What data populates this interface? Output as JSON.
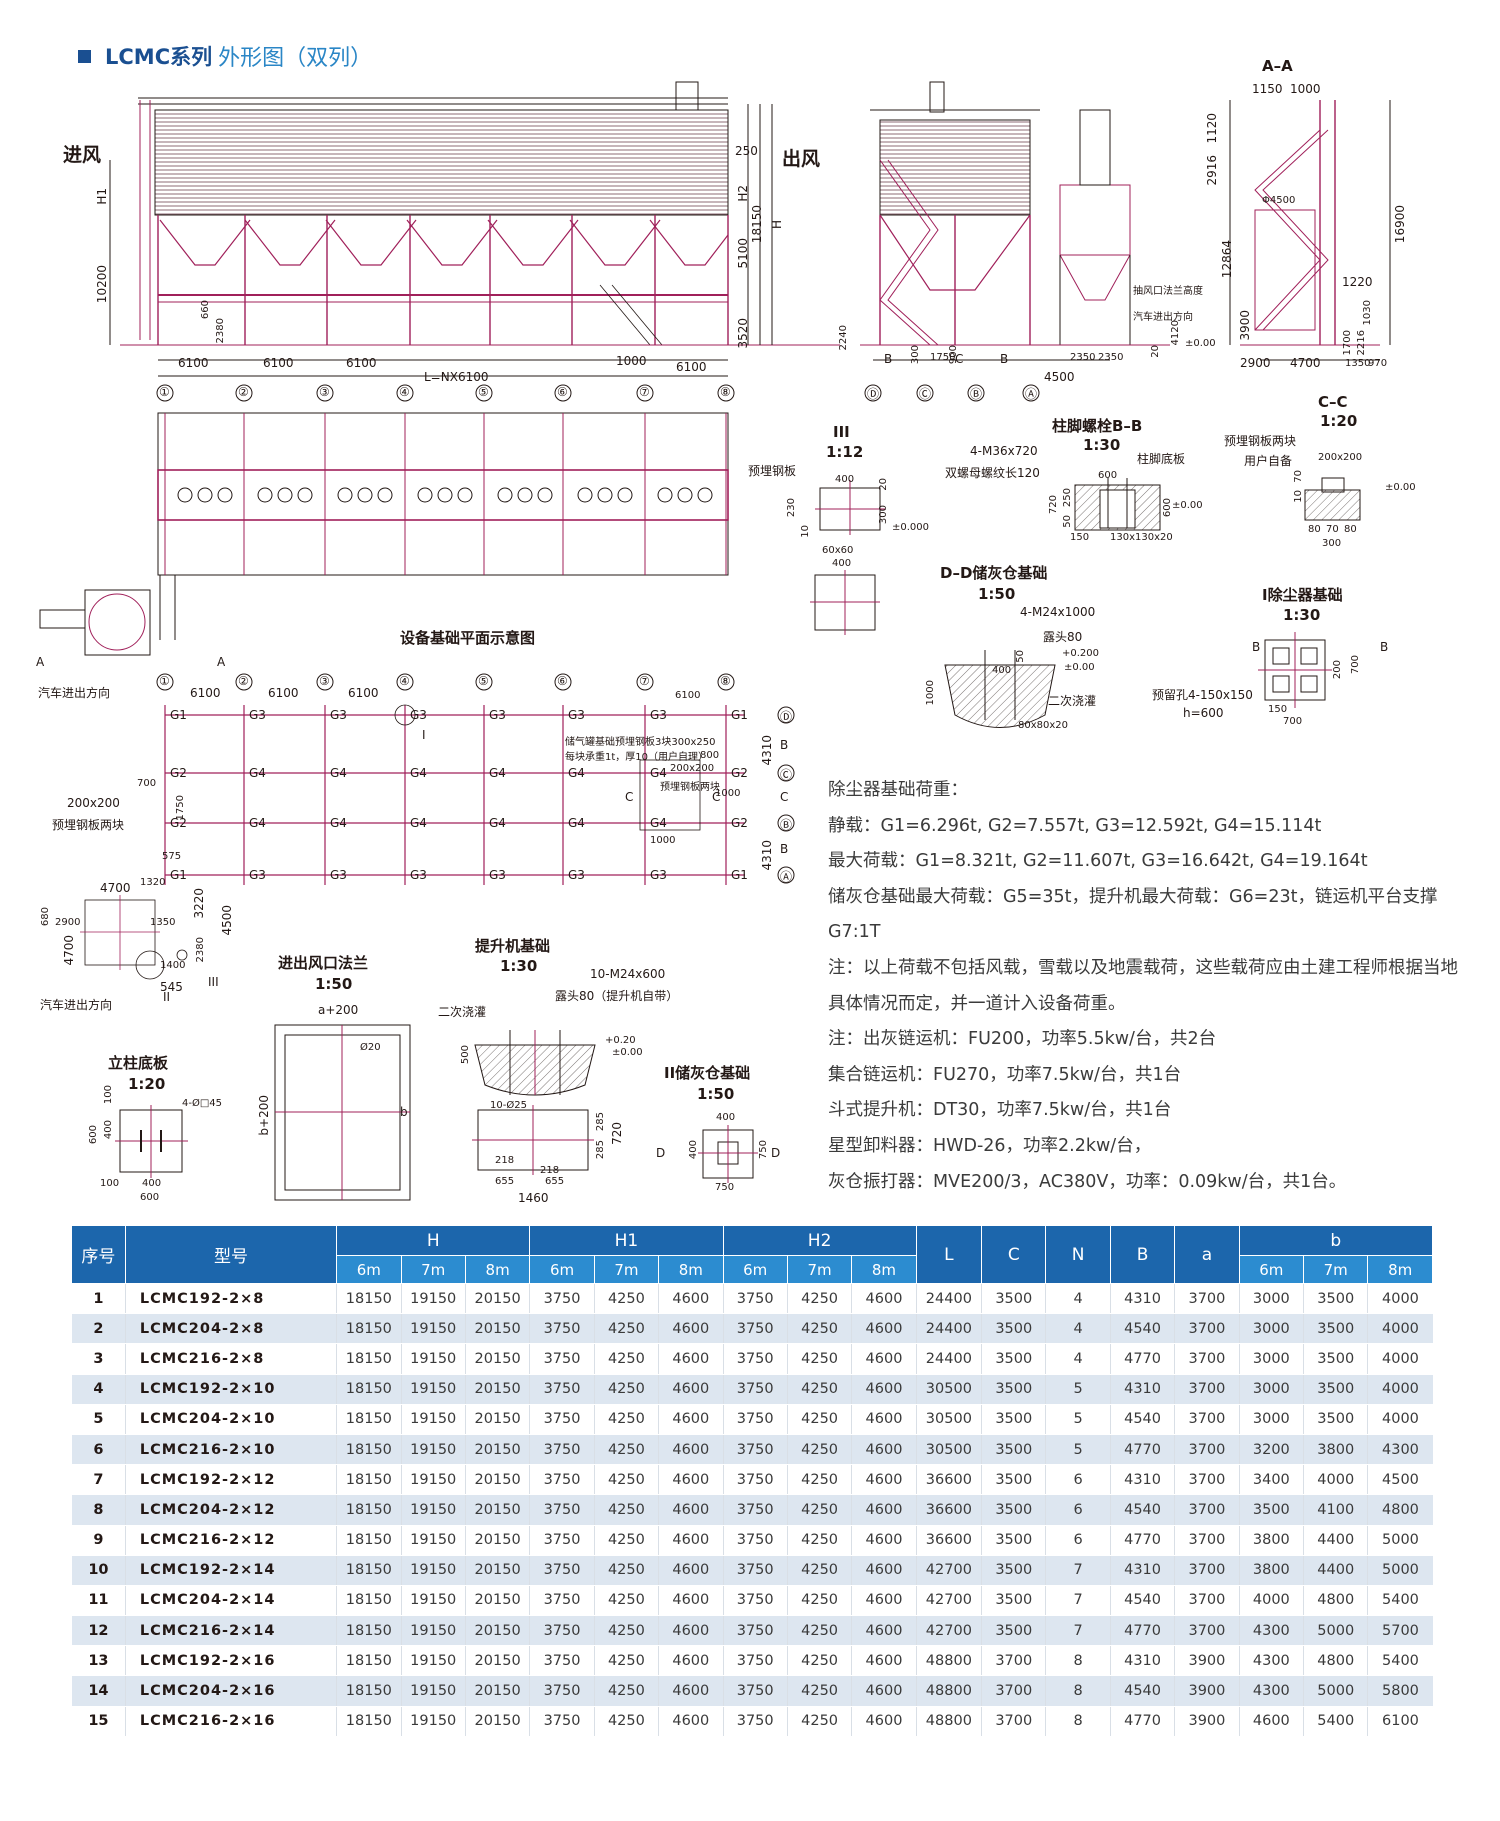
{
  "title": {
    "main": "LCMC系列",
    "sub": "外形图（双列）"
  },
  "elevation": {
    "inlet": "进风",
    "outlet": "出风",
    "dims_left": [
      "H1",
      "10200"
    ],
    "dims_bottom": [
      "6100",
      "6100",
      "6100",
      "L=NX6100",
      "1000",
      "6100"
    ],
    "dims_bottom_small": [
      "2380",
      "660"
    ],
    "dims_right": [
      "250",
      "H2",
      "5100",
      "18150",
      "H",
      "3520"
    ],
    "axis_numbers": [
      "①",
      "②",
      "③",
      "④",
      "⑤",
      "⑥",
      "⑦",
      "⑧"
    ]
  },
  "side_view": {
    "dims_bottom": [
      "B",
      "C",
      "B",
      "4500",
      "2350",
      "2350",
      "1750",
      "300",
      "900",
      "2240",
      "20"
    ],
    "axis_letters": [
      "Ⓓ",
      "Ⓒ",
      "Ⓑ",
      "Ⓐ"
    ],
    "notes": [
      "抽风口法兰高度",
      "汽车进出方向"
    ],
    "elev": "±0.00",
    "dim_4120": "4120"
  },
  "section_aa": {
    "title": "A–A",
    "dims_top": [
      "1150",
      "1000"
    ],
    "dims_left": [
      "1120",
      "2916",
      "12864",
      "3900"
    ],
    "dims_right": [
      "16900",
      "1220",
      "1030",
      "1700",
      "2216"
    ],
    "dims_bottom": [
      "2900",
      "4700",
      "1350",
      "970"
    ],
    "small": "Φ4500"
  },
  "plan": {
    "axis_numbers": [
      "①",
      "②",
      "③",
      "④",
      "⑤",
      "⑥",
      "⑦",
      "⑧"
    ],
    "section_marks": [
      "A",
      "A"
    ],
    "truck_dir": "汽车进出方向"
  },
  "detail_III": {
    "title": "III",
    "scale": "1:12",
    "plate": "预埋钢板",
    "dims": [
      "400",
      "230",
      "10",
      "300",
      "20",
      "60x60",
      "400"
    ],
    "elev": "±0.000"
  },
  "detail_bb": {
    "title": "柱脚螺栓B–B",
    "scale": "1:30",
    "bolt": "4-M36x720",
    "bolt_note": "双螺母螺纹长120",
    "plate": "柱脚底板",
    "dims": [
      "600",
      "720",
      "250",
      "50",
      "600",
      "150",
      "130x130x20"
    ],
    "elev": "±0.00"
  },
  "detail_cc": {
    "title": "C–C",
    "scale": "1:20",
    "plate": "预埋钢板两块",
    "self": "用户自备",
    "dims": [
      "200x200",
      "70",
      "10",
      "80",
      "70",
      "80",
      "300"
    ],
    "elev": "±0.00"
  },
  "detail_dd": {
    "title": "D–D储灰仓基础",
    "scale": "1:50",
    "bolt": "4-M24x1000",
    "expose": "露头80",
    "grout": "二次浇灌",
    "dims": [
      "400",
      "50",
      "1000",
      "80x80x20"
    ],
    "elev": [
      "+0.200",
      "±0.00"
    ]
  },
  "detail_i_found": {
    "title": "I除尘器基础",
    "scale": "1:30",
    "hole": "预留孔4-150x150",
    "h": "h=600",
    "dims": [
      "700",
      "200",
      "150",
      "700"
    ],
    "marks": [
      "B",
      "B"
    ]
  },
  "foundation_plan": {
    "title": "设备基础平面示意图",
    "axis_numbers": [
      "①",
      "②",
      "③",
      "④",
      "⑤",
      "⑥",
      "⑦",
      "⑧"
    ],
    "dims_top": [
      "6100",
      "6100",
      "6100",
      "6100"
    ],
    "row_letters": [
      "Ⓓ",
      "Ⓒ",
      "Ⓑ",
      "Ⓐ"
    ],
    "row_dims": [
      "4310",
      "B",
      "C",
      "B",
      "4310"
    ],
    "row_labels_D": [
      "G1",
      "G3",
      "G3",
      "G3",
      "G3",
      "G3",
      "G3",
      "G1"
    ],
    "row_labels_C": [
      "G2",
      "G4",
      "G4",
      "G4",
      "G4",
      "G4",
      "G4",
      "G2"
    ],
    "row_labels_B": [
      "G2",
      "G4",
      "G4",
      "G4",
      "G4",
      "G4",
      "G4",
      "G2"
    ],
    "row_labels_A": [
      "G1",
      "G3",
      "G3",
      "G3",
      "G3",
      "G3",
      "G3",
      "G1"
    ],
    "note1": "储气罐基础预埋钢板3块300x250",
    "note2": "每块承重1t，厚10（用户自理）",
    "plate_200": "200x200",
    "plate_note": "预埋钢板两块",
    "left_plate": "200x200",
    "left_plate_note": "预埋钢板两块",
    "small_dims": [
      "700",
      "1750",
      "575",
      "1320",
      "4700",
      "3220",
      "4500",
      "2900",
      "680",
      "1350",
      "4700",
      "2380",
      "1400",
      "545",
      "1000",
      "800",
      "1000"
    ],
    "marks": [
      "I",
      "II",
      "III",
      "C",
      "C"
    ],
    "truck_dir": "汽车进出方向"
  },
  "flange": {
    "title": "进出风口法兰",
    "scale": "1:50",
    "a": "a+200",
    "b": "b",
    "b2": "b+200",
    "hole": "Ø20"
  },
  "elevator": {
    "title": "提升机基础",
    "scale": "1:30",
    "bolt": "10-M24x600",
    "expose": "露头80（提升机自带）",
    "grout": "二次浇灌",
    "dims": [
      "500",
      "10-Ø25",
      "285",
      "285",
      "720",
      "218",
      "218",
      "655",
      "655",
      "1460"
    ],
    "elev": [
      "+0.20",
      "±0.00"
    ]
  },
  "column_plate": {
    "title": "立柱底板",
    "scale": "1:20",
    "dims": [
      "100",
      "400",
      "600",
      "100",
      "400",
      "600"
    ],
    "hole": "4-Ø□45"
  },
  "detail_ii": {
    "title": "II储灰仓基础",
    "scale": "1:50",
    "dims": [
      "400",
      "400",
      "750",
      "750"
    ],
    "marks": [
      "D",
      "D"
    ]
  },
  "notes": [
    "除尘器基础荷重：",
    "静载：G1=6.296t, G2=7.557t, G3=12.592t, G4=15.114t",
    "最大荷载：G1=8.321t, G2=11.607t, G3=16.642t, G4=19.164t",
    "储灰仓基础最大荷载：G5=35t，提升机最大荷载：G6=23t，链运机平台支撑G7:1T",
    "注：以上荷载不包括风载，雪载以及地震载荷，这些载荷应由土建工程师根据当地具体情况而定，并一道计入设备荷重。",
    "注：出灰链运机：FU200，功率5.5kw/台，共2台",
    "集合链运机：FU270，功率7.5kw/台，共1台",
    "斗式提升机：DT30，功率7.5kw/台，共1台",
    "星型卸料器：HWD-26，功率2.2kw/台，",
    "灰仓振打器：MVE200/3，AC380V，功率：0.09kw/台，共1台。"
  ],
  "table": {
    "headers": {
      "no": "序号",
      "model": "型号",
      "H": "H",
      "H1": "H1",
      "H2": "H2",
      "L": "L",
      "C": "C",
      "N": "N",
      "B": "B",
      "a": "a",
      "b": "b"
    },
    "sub": [
      "6m",
      "7m",
      "8m",
      "6m",
      "7m",
      "8m",
      "6m",
      "7m",
      "8m",
      "6m",
      "7m",
      "8m"
    ],
    "rows": [
      [
        "1",
        "LCMC192-2×8",
        "18150",
        "19150",
        "20150",
        "3750",
        "4250",
        "4600",
        "3750",
        "4250",
        "4600",
        "24400",
        "3500",
        "4",
        "4310",
        "3700",
        "3000",
        "3500",
        "4000"
      ],
      [
        "2",
        "LCMC204-2×8",
        "18150",
        "19150",
        "20150",
        "3750",
        "4250",
        "4600",
        "3750",
        "4250",
        "4600",
        "24400",
        "3500",
        "4",
        "4540",
        "3700",
        "3000",
        "3500",
        "4000"
      ],
      [
        "3",
        "LCMC216-2×8",
        "18150",
        "19150",
        "20150",
        "3750",
        "4250",
        "4600",
        "3750",
        "4250",
        "4600",
        "24400",
        "3500",
        "4",
        "4770",
        "3700",
        "3000",
        "3500",
        "4000"
      ],
      [
        "4",
        "LCMC192-2×10",
        "18150",
        "19150",
        "20150",
        "3750",
        "4250",
        "4600",
        "3750",
        "4250",
        "4600",
        "30500",
        "3500",
        "5",
        "4310",
        "3700",
        "3000",
        "3500",
        "4000"
      ],
      [
        "5",
        "LCMC204-2×10",
        "18150",
        "19150",
        "20150",
        "3750",
        "4250",
        "4600",
        "3750",
        "4250",
        "4600",
        "30500",
        "3500",
        "5",
        "4540",
        "3700",
        "3000",
        "3500",
        "4000"
      ],
      [
        "6",
        "LCMC216-2×10",
        "18150",
        "19150",
        "20150",
        "3750",
        "4250",
        "4600",
        "3750",
        "4250",
        "4600",
        "30500",
        "3500",
        "5",
        "4770",
        "3700",
        "3200",
        "3800",
        "4300"
      ],
      [
        "7",
        "LCMC192-2×12",
        "18150",
        "19150",
        "20150",
        "3750",
        "4250",
        "4600",
        "3750",
        "4250",
        "4600",
        "36600",
        "3500",
        "6",
        "4310",
        "3700",
        "3400",
        "4000",
        "4500"
      ],
      [
        "8",
        "LCMC204-2×12",
        "18150",
        "19150",
        "20150",
        "3750",
        "4250",
        "4600",
        "3750",
        "4250",
        "4600",
        "36600",
        "3500",
        "6",
        "4540",
        "3700",
        "3500",
        "4100",
        "4800"
      ],
      [
        "9",
        "LCMC216-2×12",
        "18150",
        "19150",
        "20150",
        "3750",
        "4250",
        "4600",
        "3750",
        "4250",
        "4600",
        "36600",
        "3500",
        "6",
        "4770",
        "3700",
        "3800",
        "4400",
        "5000"
      ],
      [
        "10",
        "LCMC192-2×14",
        "18150",
        "19150",
        "20150",
        "3750",
        "4250",
        "4600",
        "3750",
        "4250",
        "4600",
        "42700",
        "3500",
        "7",
        "4310",
        "3700",
        "3800",
        "4400",
        "5000"
      ],
      [
        "11",
        "LCMC204-2×14",
        "18150",
        "19150",
        "20150",
        "3750",
        "4250",
        "4600",
        "3750",
        "4250",
        "4600",
        "42700",
        "3500",
        "7",
        "4540",
        "3700",
        "4000",
        "4800",
        "5400"
      ],
      [
        "12",
        "LCMC216-2×14",
        "18150",
        "19150",
        "20150",
        "3750",
        "4250",
        "4600",
        "3750",
        "4250",
        "4600",
        "42700",
        "3500",
        "7",
        "4770",
        "3700",
        "4300",
        "5000",
        "5700"
      ],
      [
        "13",
        "LCMC192-2×16",
        "18150",
        "19150",
        "20150",
        "3750",
        "4250",
        "4600",
        "3750",
        "4250",
        "4600",
        "48800",
        "3700",
        "8",
        "4310",
        "3900",
        "4300",
        "4800",
        "5400"
      ],
      [
        "14",
        "LCMC204-2×16",
        "18150",
        "19150",
        "20150",
        "3750",
        "4250",
        "4600",
        "3750",
        "4250",
        "4600",
        "48800",
        "3700",
        "8",
        "4540",
        "3900",
        "4300",
        "5000",
        "5800"
      ],
      [
        "15",
        "LCMC216-2×16",
        "18150",
        "19150",
        "20150",
        "3750",
        "4250",
        "4600",
        "3750",
        "4250",
        "4600",
        "48800",
        "3700",
        "8",
        "4770",
        "3900",
        "4600",
        "5400",
        "6100"
      ]
    ]
  },
  "colors": {
    "brand": "#1a4f91",
    "accent": "#2a86c6",
    "drawing": "#a0205a",
    "line": "#231815"
  }
}
